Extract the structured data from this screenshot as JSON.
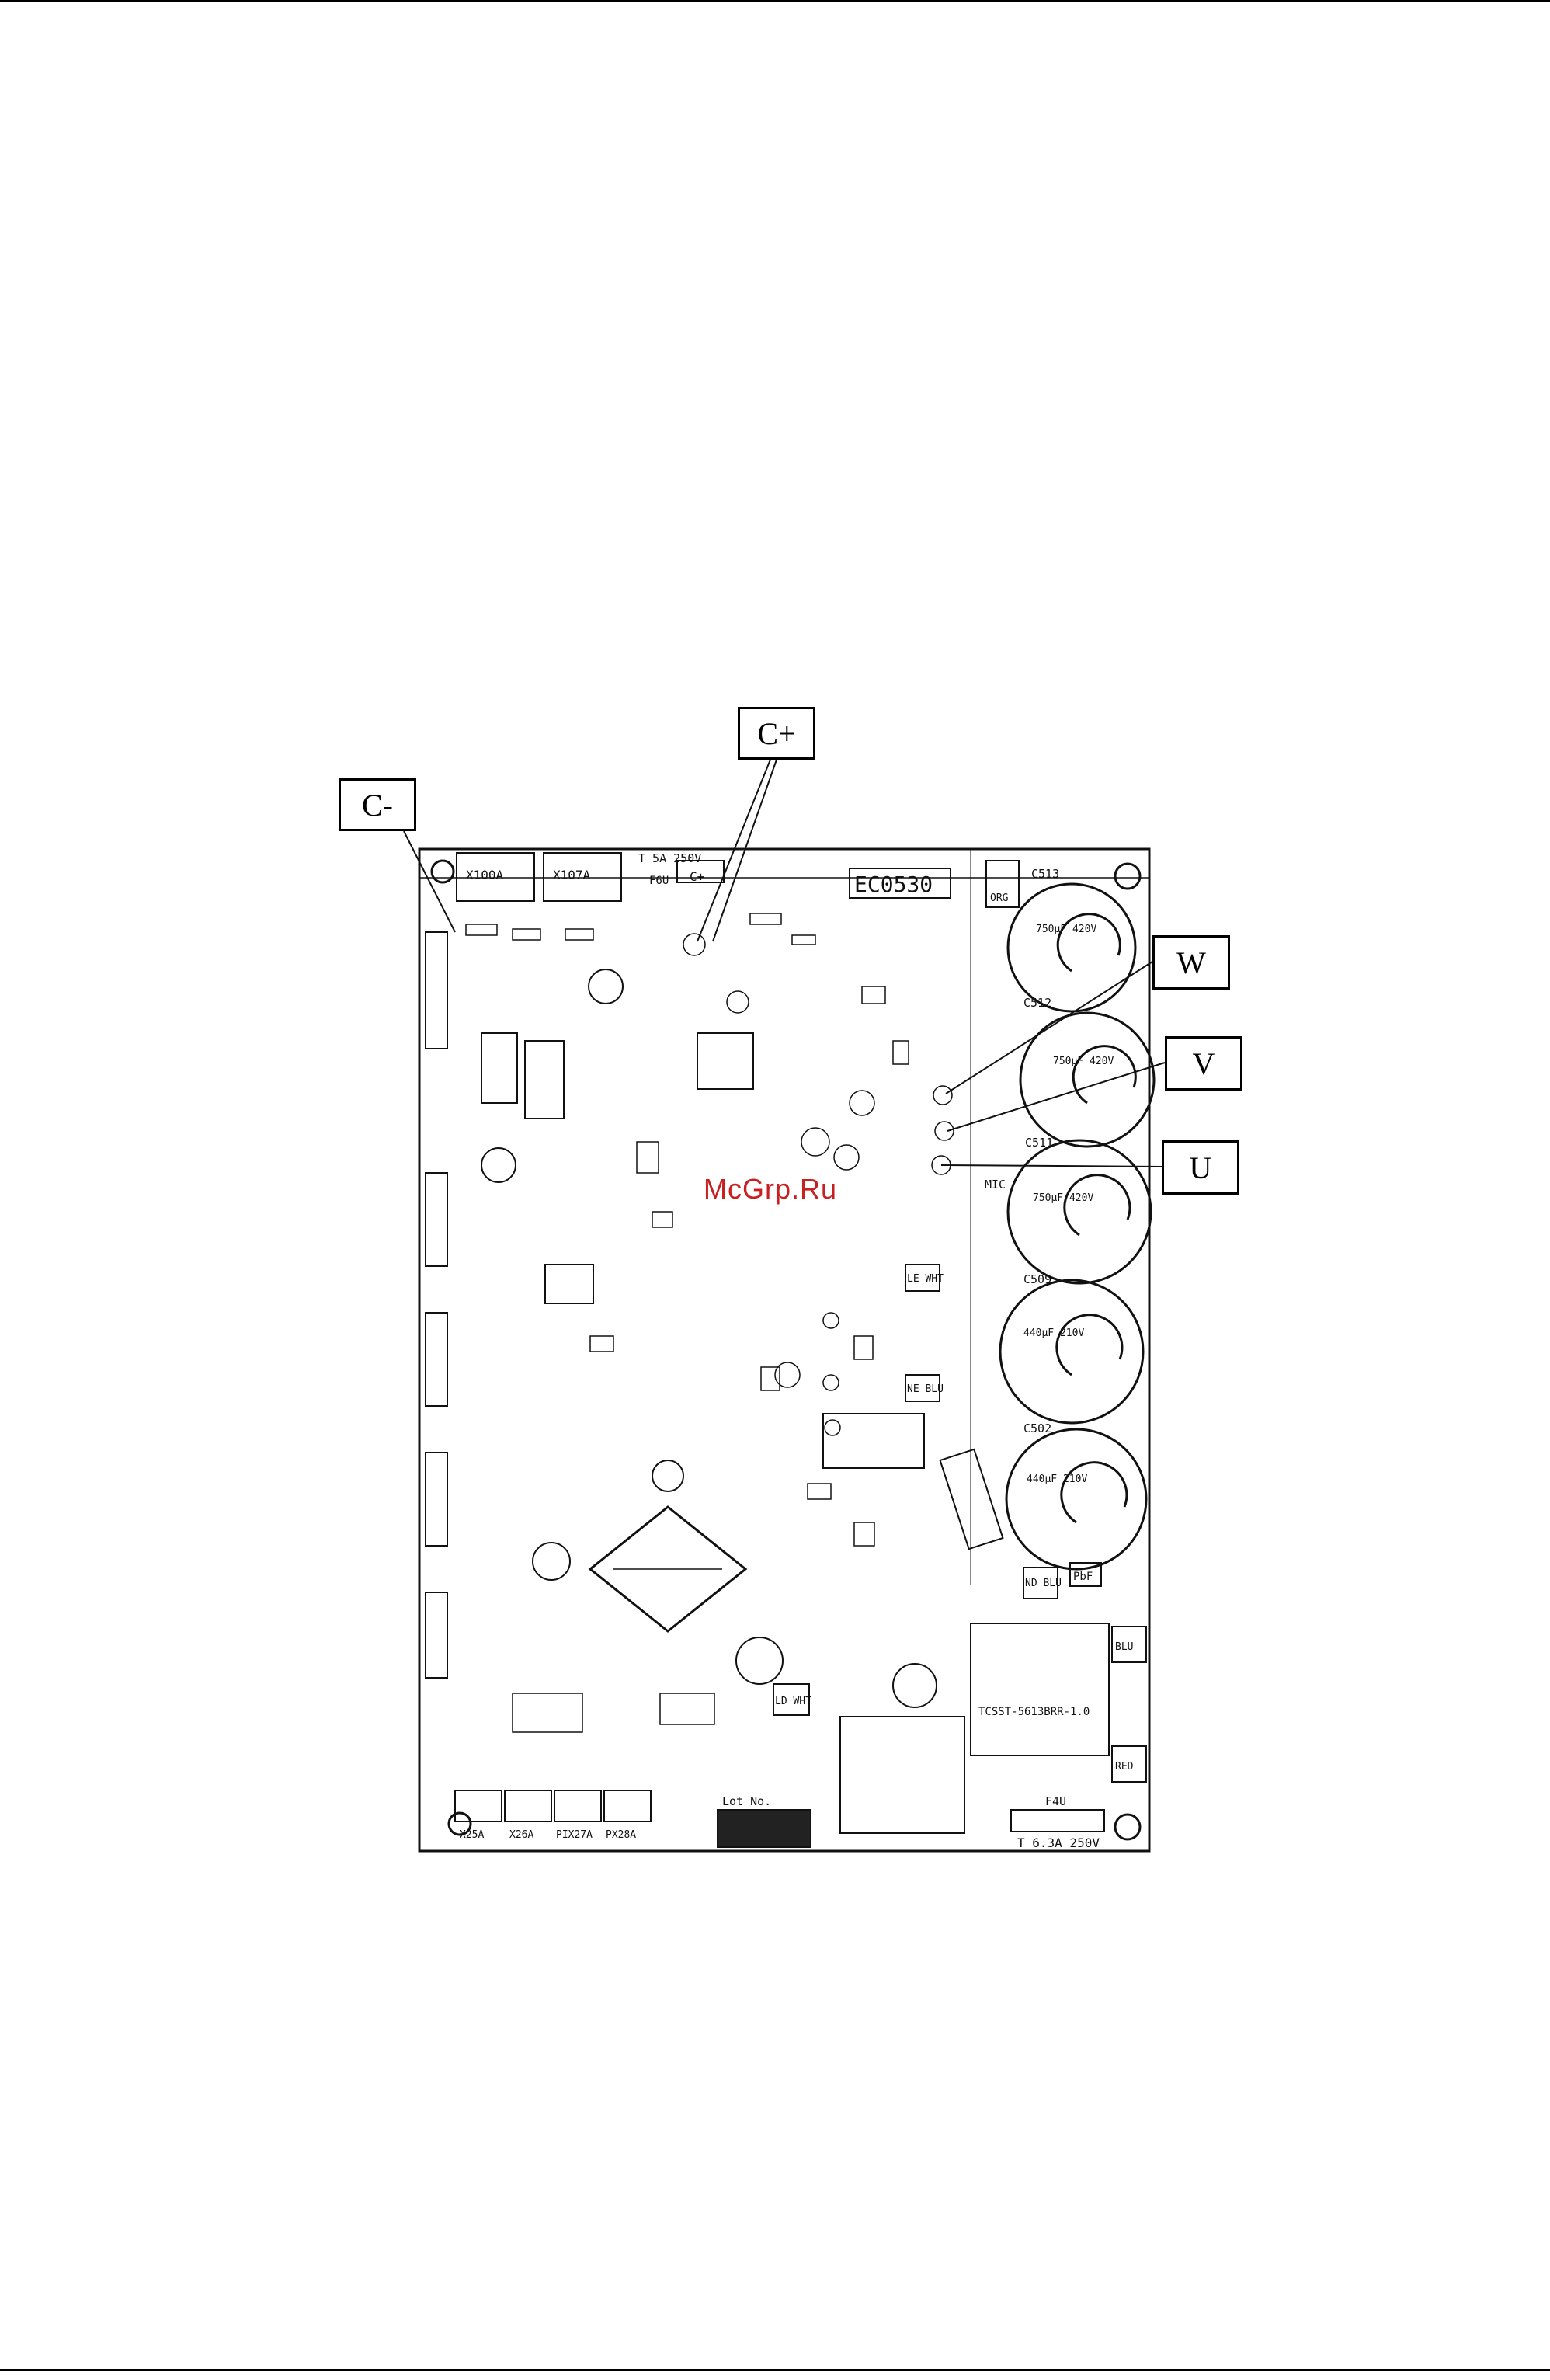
{
  "callouts": {
    "c_plus": "C+",
    "c_minus": "C-",
    "w": "W",
    "v": "V",
    "u": "U"
  },
  "watermark": "McGrp.Ru",
  "board": {
    "board_code": "EC0530",
    "fuse_top": "T 5A 250V",
    "fuse_top_id": "F6U",
    "c_plus_mark": "C+",
    "fuse_bottom": "T 6.3A 250V",
    "fuse_bottom_id": "F4U",
    "transformer_label": "TCSST-5613BRR-1.0",
    "lot_label": "Lot No.",
    "connectors_top": [
      "X100A",
      "X107A"
    ],
    "connectors_bottom": [
      "X25A",
      "X26A",
      "PIX27A",
      "PX28A"
    ],
    "capacitors": [
      {
        "id": "C513",
        "rating": "750µF 420V"
      },
      {
        "id": "C512",
        "rating": "750µF 420V"
      },
      {
        "id": "C511",
        "rating": "750µF 420V"
      },
      {
        "id": "C509",
        "rating": "440µF 210V"
      },
      {
        "id": "C502",
        "rating": "440µF 210V"
      }
    ],
    "wire_tags": [
      "ORG",
      "LE WHT",
      "NE BLU",
      "ND BLU",
      "LD WHT",
      "BLU",
      "RED",
      "PbF",
      "MIC"
    ]
  },
  "colors": {
    "ink": "#111111",
    "watermark": "#c82020",
    "background": "#ffffff"
  }
}
